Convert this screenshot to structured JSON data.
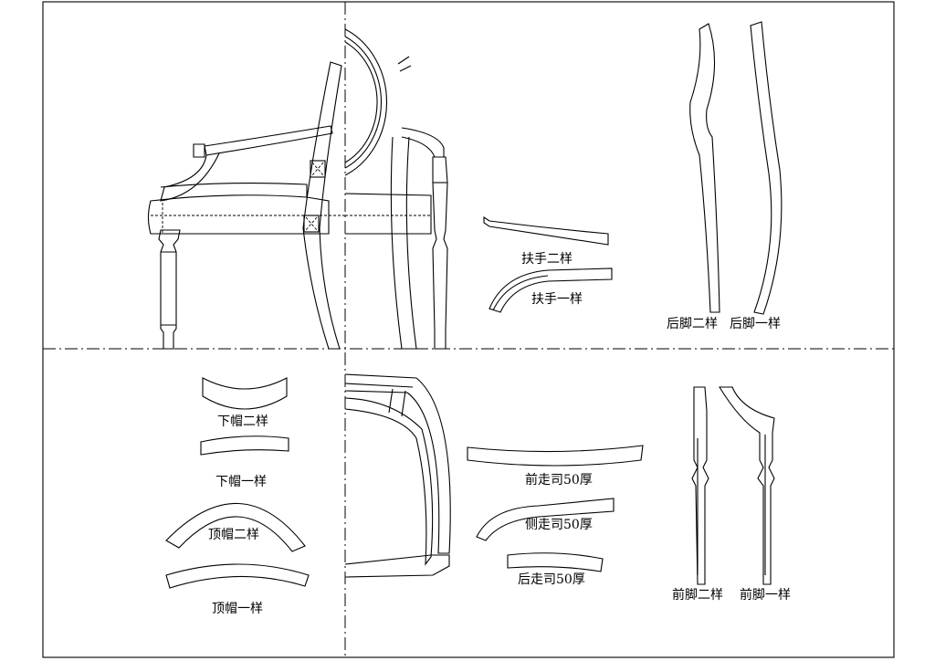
{
  "labels": {
    "armrest_2": "扶手二样",
    "armrest_1": "扶手一样",
    "back_leg_2": "后脚二样",
    "back_leg_1": "后脚一样",
    "lower_cap_2": "下帽二样",
    "lower_cap_1": "下帽一样",
    "top_cap_2": "顶帽二样",
    "top_cap_1": "顶帽一样",
    "front_rail": "前走司50厚",
    "side_rail": "侧走司50厚",
    "rear_rail": "后走司50厚",
    "front_leg_2": "前脚二样",
    "front_leg_1": "前脚一样"
  },
  "colors": {
    "line": "#000000",
    "background": "#ffffff"
  }
}
